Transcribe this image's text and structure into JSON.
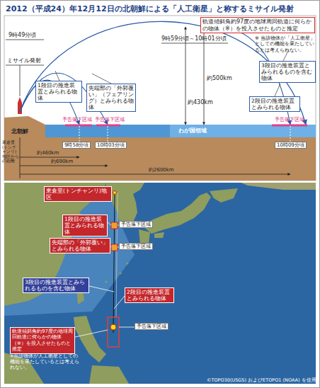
{
  "diagram": {
    "title": "2012（平成24）年12月12日の北朝鮮による「人工衛星」と称するミサイル発射",
    "nodes": [
      {
        "text": [
          "軌道傾斜角約97度の地球周回軌道に何らかの物体（※）を投入させたものと推定"
        ]
      },
      {
        "text": [
          "3段目の推進装置とみられるものを含む物体"
        ]
      },
      {
        "text": [
          "1段目の推進装置とみられる物体"
        ]
      },
      {
        "text": [
          "先端部の「外郭覆い」（フェアリング）とみられる物体"
        ]
      },
      {
        "text": [
          "2段目の推進装置とみられる物体"
        ]
      },
      {
        "text": [
          "東倉里(トンチャンリ)地区"
        ]
      },
      {
        "text": [
          "1段目の推進装置とみられる物体"
        ]
      },
      {
        "text": [
          "先端部の「外郭覆い」とみられる物体"
        ]
      },
      {
        "text": [
          "3段目の推進装置とみられるものを含む物体"
        ]
      },
      {
        "text": [
          "2段目の推進装置とみられる物体"
        ]
      },
      {
        "text": [
          "軌道傾斜角約97度の地球周回軌道に何らかの物体（※）を投入させたものと推定"
        ]
      }
    ],
    "labels": [
      "※ 当該物体が「人工衛星」としての機能を果たしているとは考えられない。",
      "9時49分頃",
      "ミサイル発射",
      "9時59分頃～10時01分頃",
      "約500km",
      "約430km",
      "予告落下区域",
      "予告落下区域",
      "予告落下区域",
      "北朝鮮",
      "わが国領域",
      "9時58分頃",
      "10時03分頃",
      "10時09分頃",
      "東倉里(トンチャンリ)地区からの距離",
      "約460km",
      "約690km",
      "約2600km",
      "予告落下区域",
      "予告落下区域",
      "予告落下区域",
      "※当該物体が人工衛星としての機能を果たしているとは考えられない。",
      "©TOPO30(USGS) およびETOPO1 (NOAA) を使用"
    ]
  }
}
